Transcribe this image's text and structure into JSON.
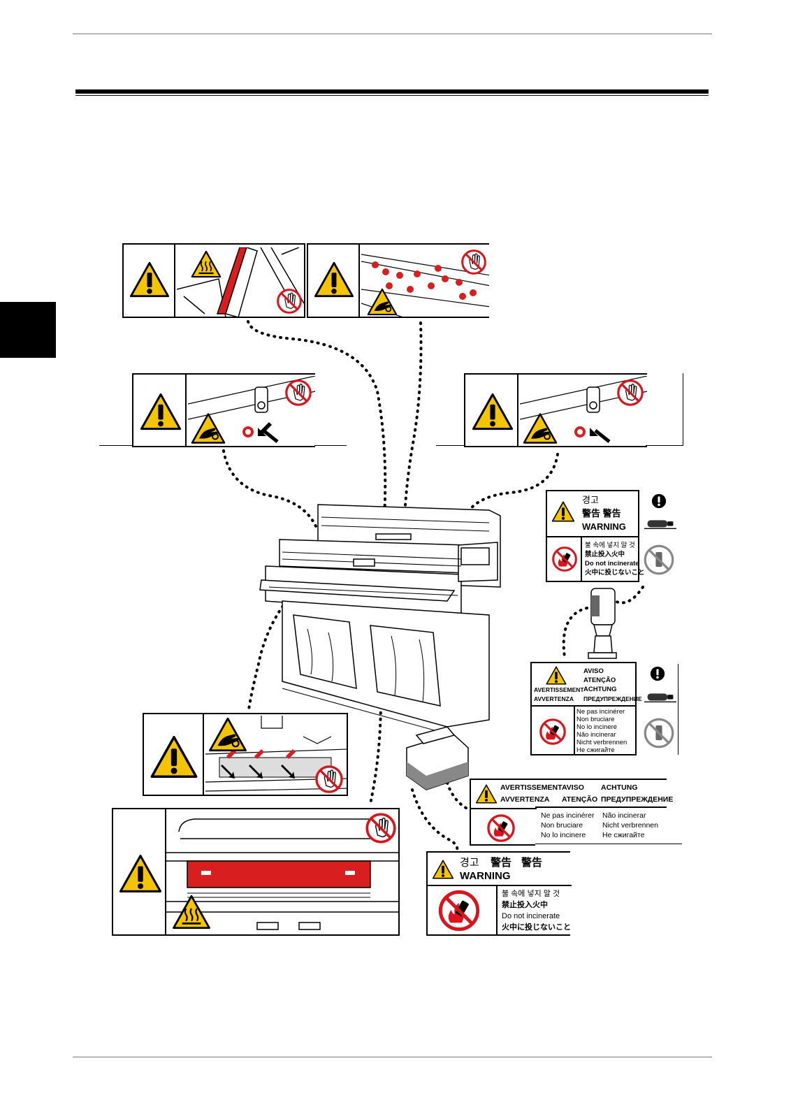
{
  "labels": {
    "ko_warning": "경고",
    "cjk_warning": "警告  警告",
    "cjk_warning_single": "警告",
    "en_warning": "WARNING",
    "ko_no_fire": "불 속에 넣지 말 것",
    "zh_no_fire": "禁止投入火中",
    "en_no_fire": "Do not incinerate",
    "ja_no_fire": "火中に投じないこと",
    "aviso": "AVISO",
    "atencao": "ATENÇÃO",
    "avertissement": "AVERTISSEMENT",
    "achtung": "ACHTUNG",
    "avvertenza": "AVVERTENZA",
    "ru_warning": "ПРЕДУПРЕЖДЕНИЕ",
    "fr_no_fire": "Ne pas incinérer",
    "it_no_fire": "Non bruciare",
    "es_no_fire": "No lo incinere",
    "pt_no_fire": "Não incinerar",
    "de_no_fire": "Nicht verbrennen",
    "ru_no_fire": "Не сжигайте"
  },
  "icons": {
    "warning": "warning-triangle-icon",
    "hot": "hot-surface-icon",
    "pinch": "hand-pinch-icon",
    "no_touch": "no-touch-icon",
    "no_fire": "no-incinerate-icon",
    "mandatory": "mandatory-action-icon"
  },
  "colors": {
    "warning_yellow": "#f5c400",
    "prohibition_red": "#d9141c",
    "hot_zone_red": "#d81e1e"
  }
}
